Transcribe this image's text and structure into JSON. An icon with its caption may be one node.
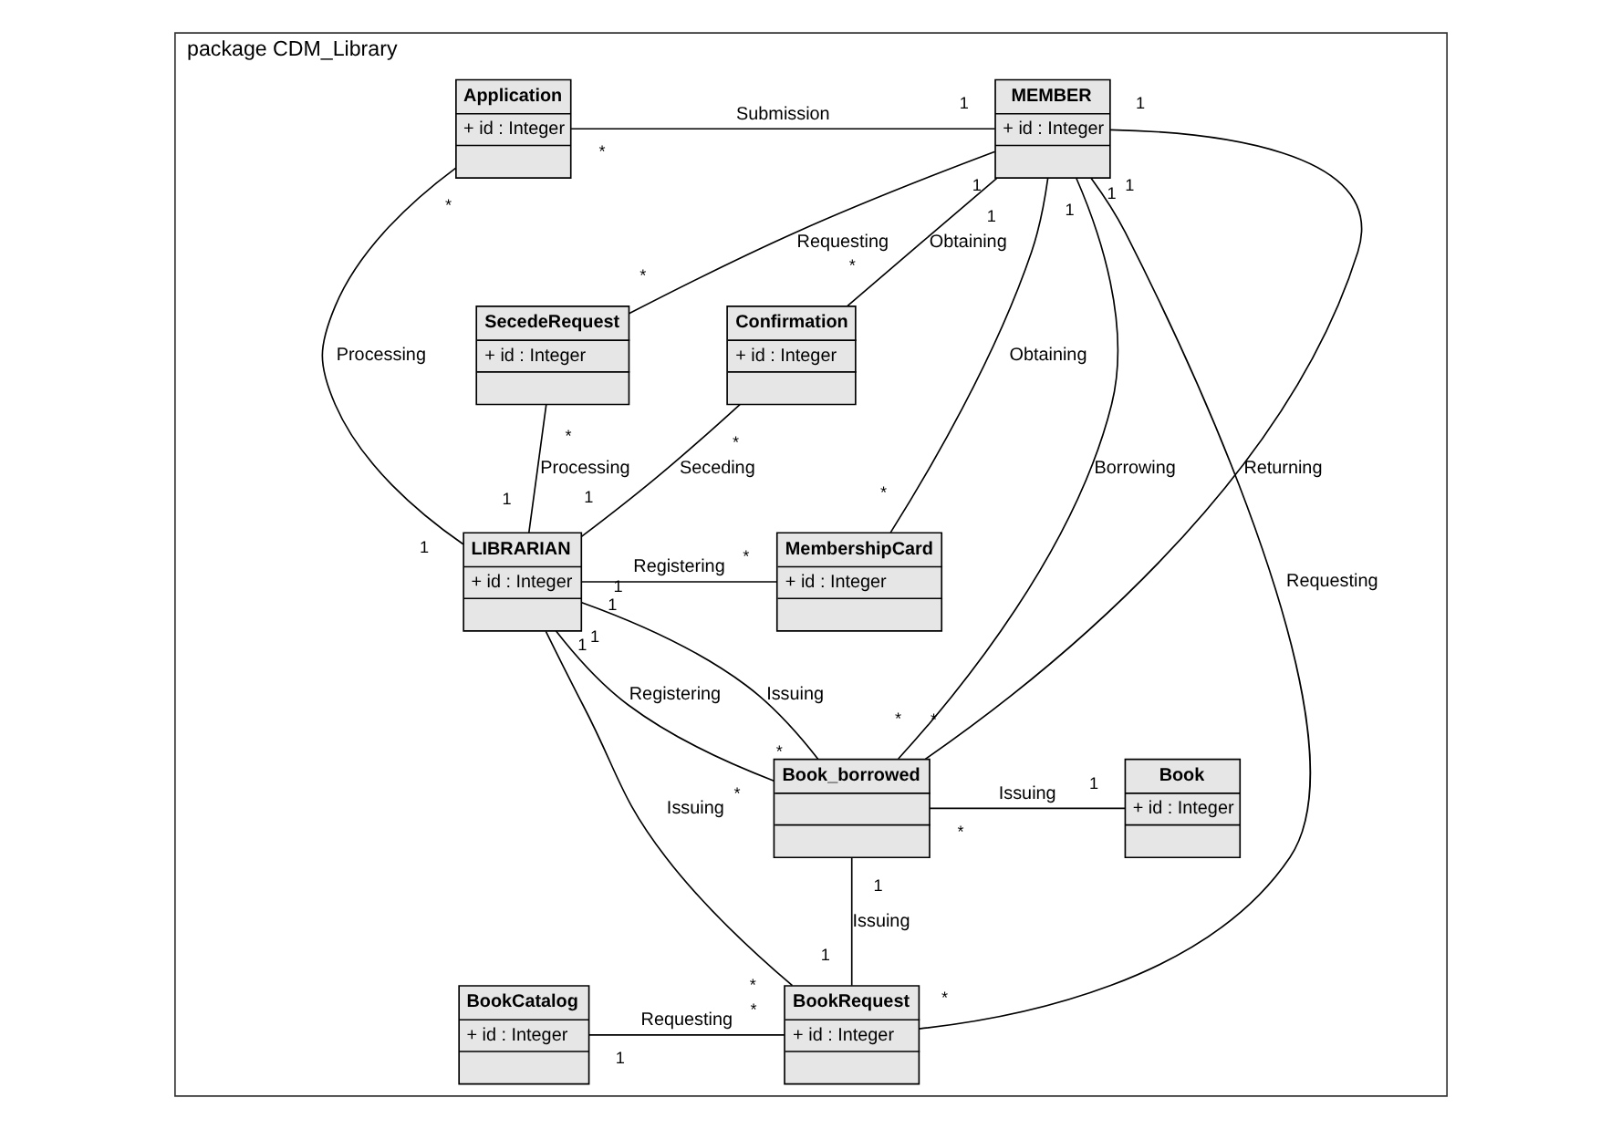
{
  "diagram": {
    "nodes": [
      {
        "text": [
          "package CDM_Library"
        ]
      },
      {
        "text": [
          "Application",
          "+ id : Integer"
        ],
        "in": 0
      },
      {
        "text": [
          "MEMBER",
          "+ id : Integer"
        ],
        "in": 0
      },
      {
        "text": [
          "Confirmation",
          "+ id : Integer"
        ],
        "in": 0
      },
      {
        "text": [
          "SecedeRequest",
          "+ id : Integer"
        ],
        "in": 0
      },
      {
        "text": [
          "MembershipCard",
          "+ id : Integer"
        ],
        "in": 0
      },
      {
        "text": [
          "LIBRARIAN",
          "+ id : Integer"
        ],
        "in": 0
      },
      {
        "text": [
          "Book_borrowed"
        ],
        "in": 0
      },
      {
        "text": [
          "Book",
          "+ id : Integer"
        ],
        "in": 0
      },
      {
        "text": [
          "BookCatalog",
          "+ id : Integer"
        ],
        "in": 0
      },
      {
        "text": [
          "BookRequest",
          "+ id : Integer"
        ],
        "in": 0
      }
    ],
    "edges": [
      {
        "from": 5,
        "to": 2,
        "arrow": "none",
        "label": "Obtaining"
      },
      {
        "from": 1,
        "to": 2,
        "arrow": "none",
        "label": "Submission"
      },
      {
        "from": 3,
        "to": 2,
        "arrow": "none",
        "label": "Obtaining"
      },
      {
        "from": 2,
        "to": 4,
        "arrow": "none",
        "label": "Requesting"
      },
      {
        "from": 2,
        "to": 7,
        "arrow": "none",
        "label": "Borrowing"
      },
      {
        "from": 2,
        "to": 7,
        "arrow": "none",
        "label": "Returning"
      },
      {
        "from": 2,
        "to": 10,
        "arrow": "none",
        "label": "Requesting"
      },
      {
        "from": 1,
        "to": 6,
        "arrow": "none",
        "label": "Processing"
      },
      {
        "from": 3,
        "to": 6,
        "arrow": "none",
        "label": "Seceding"
      },
      {
        "from": 4,
        "to": 6,
        "arrow": "none",
        "label": "Processing"
      },
      {
        "from": 5,
        "to": 6,
        "arrow": "none",
        "label": "Registering"
      },
      {
        "from": 6,
        "to": 7,
        "arrow": "none",
        "label": "Issuing"
      },
      {
        "from": 6,
        "to": 7,
        "arrow": "none",
        "label": "Registering"
      },
      {
        "from": 6,
        "to": 10,
        "arrow": "none",
        "label": "Issuing"
      },
      {
        "from": 7,
        "to": 8,
        "arrow": "none",
        "label": "Issuing"
      },
      {
        "from": 7,
        "to": 10,
        "arrow": "none",
        "label": "Issuing"
      },
      {
        "from": 9,
        "to": 10,
        "arrow": "none",
        "label": "Requesting"
      }
    ],
    "labels": [
      "*",
      "1",
      "*",
      "1",
      "*",
      "1",
      "1",
      "*",
      "1",
      "*",
      "1",
      "*",
      "1",
      "*",
      "*",
      "1",
      "*",
      "1",
      "*",
      "1",
      "*",
      "1",
      "1",
      "*",
      "1",
      "*",
      "1",
      "*",
      "*",
      "1",
      "1",
      "1",
      "1",
      "*"
    ]
  }
}
